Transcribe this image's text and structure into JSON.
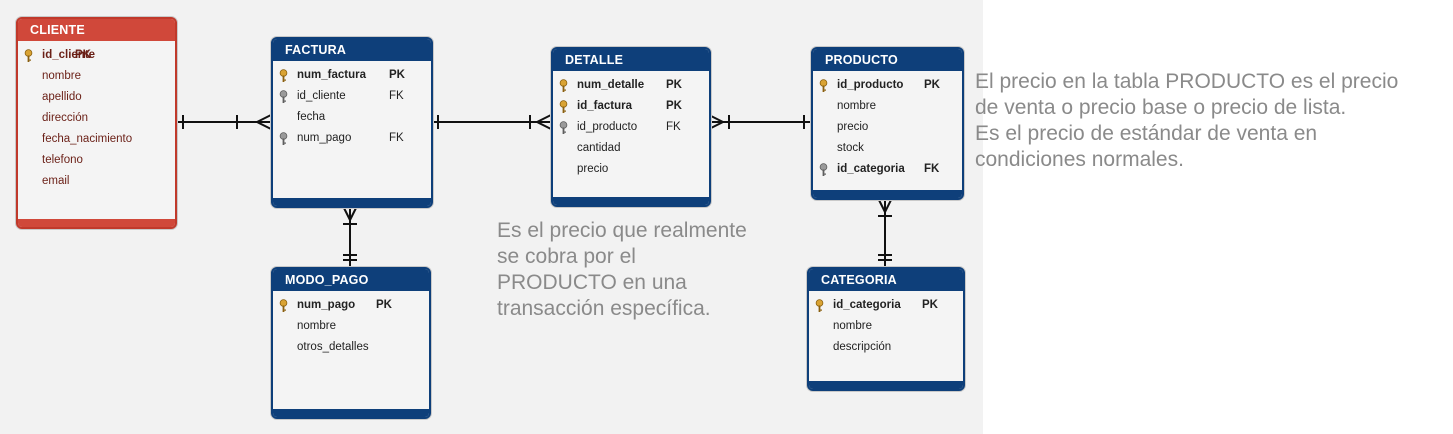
{
  "entities": {
    "cliente": {
      "title": "CLIENTE",
      "attrs": [
        {
          "name": "id_cliente",
          "key": "PK"
        },
        {
          "name": "nombre",
          "key": ""
        },
        {
          "name": "apellido",
          "key": ""
        },
        {
          "name": "dirección",
          "key": ""
        },
        {
          "name": "fecha_nacimiento",
          "key": ""
        },
        {
          "name": "telefono",
          "key": ""
        },
        {
          "name": "email",
          "key": ""
        }
      ]
    },
    "factura": {
      "title": "FACTURA",
      "attrs": [
        {
          "name": "num_factura",
          "key": "PK"
        },
        {
          "name": "id_cliente",
          "key": "FK"
        },
        {
          "name": "fecha",
          "key": ""
        },
        {
          "name": "num_pago",
          "key": "FK"
        }
      ]
    },
    "detalle": {
      "title": "DETALLE",
      "attrs": [
        {
          "name": "num_detalle",
          "key": "PK"
        },
        {
          "name": "id_factura",
          "key": "PK"
        },
        {
          "name": "id_producto",
          "key": "FK"
        },
        {
          "name": "cantidad",
          "key": ""
        },
        {
          "name": "precio",
          "key": ""
        }
      ]
    },
    "producto": {
      "title": "PRODUCTO",
      "attrs": [
        {
          "name": "id_producto",
          "key": "PK"
        },
        {
          "name": "nombre",
          "key": ""
        },
        {
          "name": "precio",
          "key": ""
        },
        {
          "name": "stock",
          "key": ""
        },
        {
          "name": "id_categoria",
          "key": "FK"
        }
      ]
    },
    "modo_pago": {
      "title": "MODO_PAGO",
      "attrs": [
        {
          "name": "num_pago",
          "key": "PK"
        },
        {
          "name": "nombre",
          "key": ""
        },
        {
          "name": "otros_detalles",
          "key": ""
        }
      ]
    },
    "categoria": {
      "title": "CATEGORIA",
      "attrs": [
        {
          "name": "id_categoria",
          "key": "PK"
        },
        {
          "name": "nombre",
          "key": ""
        },
        {
          "name": "descripción",
          "key": ""
        }
      ]
    }
  },
  "notes": {
    "detalle_precio": [
      "Es el precio que realmente",
      "se cobra por el",
      "PRODUCTO en una",
      "transacción específica."
    ],
    "producto_precio": [
      "El precio en la tabla PRODUCTO es el precio",
      "de venta o precio base o precio de lista.",
      "Es el precio de estándar de venta en",
      "condiciones normales."
    ]
  },
  "colors": {
    "entity_header_blue": "#0e3f7a",
    "entity_header_red": "#d0483a",
    "note_text": "#8a8a8a",
    "connector": "#111111"
  }
}
